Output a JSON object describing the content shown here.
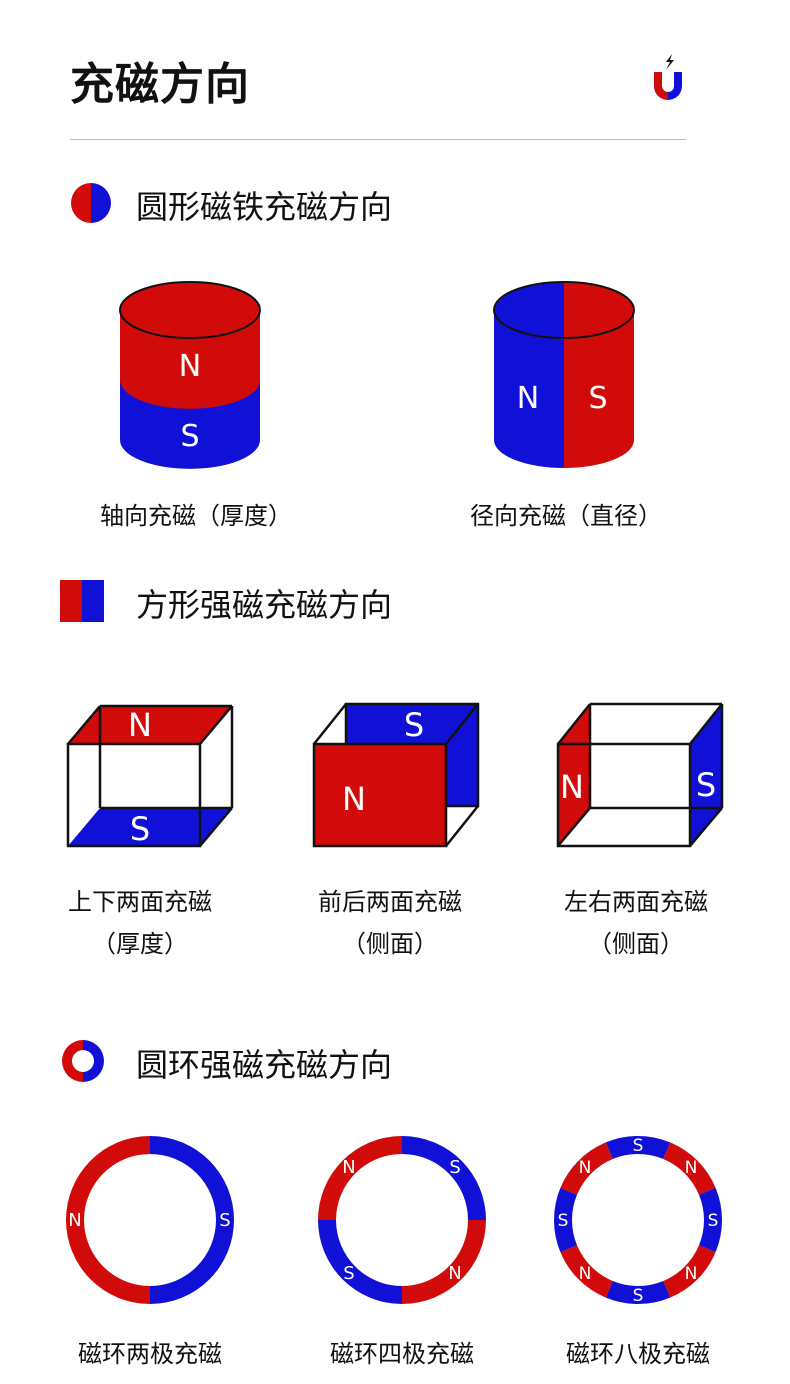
{
  "header": {
    "title": "充磁方向",
    "logo_icon": "magnet-icon"
  },
  "colors": {
    "north": "#d10a0a",
    "south": "#1010d6",
    "outline": "#111111"
  },
  "poles": {
    "north": "N",
    "south": "S"
  },
  "sections": {
    "round": {
      "title": "圆形磁铁充磁方向",
      "icon": "half-circle-icon",
      "items": [
        {
          "caption": "轴向充磁（厚度）"
        },
        {
          "caption": "径向充磁（直径）"
        }
      ]
    },
    "square": {
      "title": "方形强磁充磁方向",
      "icon": "half-square-icon",
      "items": [
        {
          "caption_line1": "上下两面充磁",
          "caption_line2": "（厚度）"
        },
        {
          "caption_line1": "前后两面充磁",
          "caption_line2": "（侧面）"
        },
        {
          "caption_line1": "左右两面充磁",
          "caption_line2": "（侧面）"
        }
      ]
    },
    "ring": {
      "title": "圆环强磁充磁方向",
      "icon": "ring-icon",
      "items": [
        {
          "caption": "磁环两极充磁",
          "segments": 2
        },
        {
          "caption": "磁环四极充磁",
          "segments": 4
        },
        {
          "caption": "磁环八极充磁",
          "segments": 8
        }
      ]
    }
  }
}
